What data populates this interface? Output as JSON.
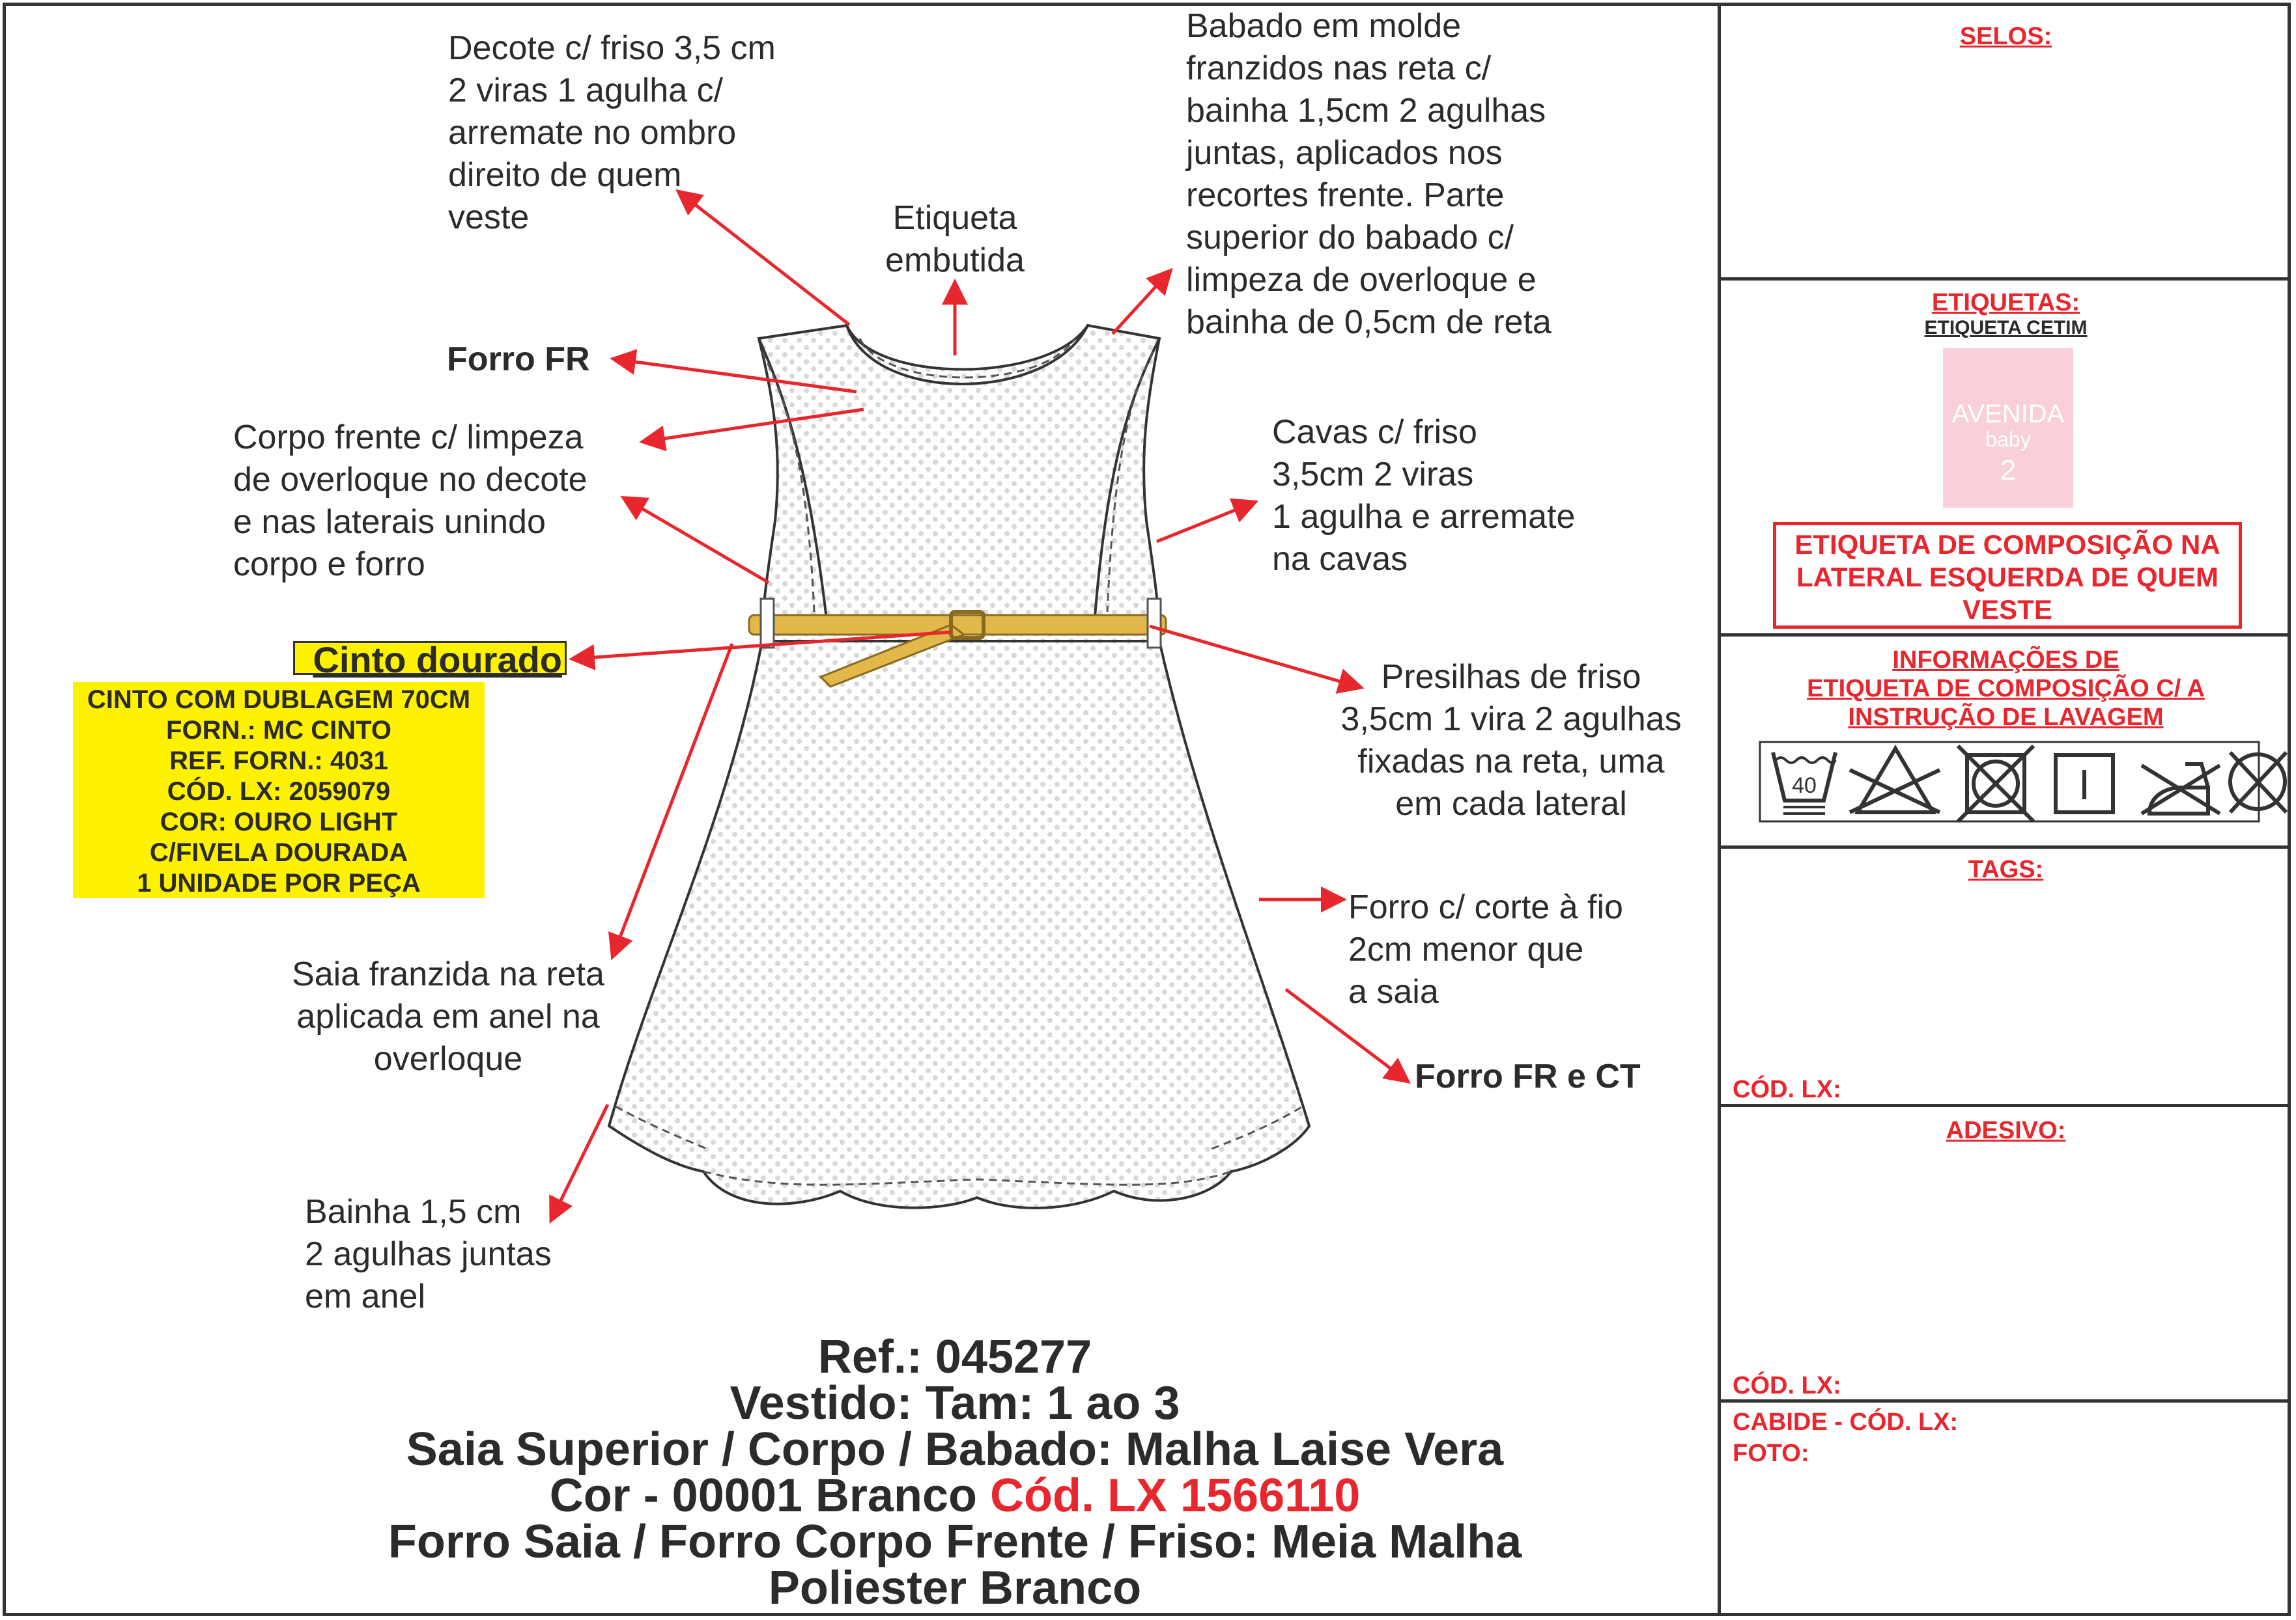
{
  "annotations": {
    "decote": "Decote c/ friso 3,5 cm\n2 viras 1 agulha c/\narremate no ombro\ndireito de quem\nveste",
    "babado": "Babado em molde\nfranzidos nas reta c/\nbainha 1,5cm 2 agulhas\njuntas, aplicados nos\nrecortes frente. Parte\nsuperior do babado c/\nlimpeza de overloque e\nbainha de 0,5cm de reta",
    "etiqueta_embutida": "Etiqueta\nembutida",
    "forro_fr": "Forro FR",
    "corpo_frente": "Corpo frente c/ limpeza\nde overloque no decote\ne nas laterais unindo\ncorpo e forro",
    "cavas": "Cavas c/ friso\n3,5cm 2 viras\n1 agulha e arremate\nna cavas",
    "cinto_dourado": "Cinto dourado",
    "presilhas": "Presilhas de friso\n3,5cm 1 vira 2 agulhas\nfixadas na reta, uma\nem cada lateral",
    "forro_corte": "Forro c/ corte à fio\n2cm menor que\na saia",
    "forro_fr_ct": "Forro FR e CT",
    "saia": "Saia franzida na reta\naplicada em anel na\noverloque",
    "bainha": "Bainha 1,5 cm\n2 agulhas juntas\nem anel"
  },
  "belt_info": [
    "CINTO COM DUBLAGEM 70CM",
    "FORN.: MC CINTO",
    "REF. FORN.: 4031",
    "CÓD. LX: 2059079",
    "COR: OURO LIGHT",
    "C/FIVELA DOURADA",
    "1 UNIDADE POR PEÇA"
  ],
  "title_block": {
    "ref": "Ref.: 045277",
    "product": "Vestido: Tam: 1 ao 3",
    "fabric": "Saia Superior / Corpo / Babado: Malha Laise Vera",
    "color": "Cor - 00001 Branco",
    "color_code": "Cód. LX 1566110",
    "lining": "Forro Saia / Forro Corpo Frente / Friso: Meia Malha",
    "lining2": "Poliester Branco"
  },
  "panel": {
    "selos": "SELOS:",
    "etiquetas": "ETIQUETAS:",
    "etiqueta_cetim": "ETIQUETA CETIM",
    "label_brand": "AVENIDA",
    "label_sub": "baby",
    "label_size": "2",
    "composicao_note": "ETIQUETA DE COMPOSIÇÃO NA LATERAL ESQUERDA DE QUEM VESTE",
    "info_title_1": "INFORMAÇÕES DE",
    "info_title_2": "ETIQUETA DE COMPOSIÇÃO C/ A",
    "info_title_3": "INSTRUÇÃO DE LAVAGEM",
    "wash_temp": "40",
    "care_icons": [
      "wash-40-gentle-icon",
      "do-not-bleach-icon",
      "do-not-tumble-dry-icon",
      "line-dry-icon",
      "do-not-iron-icon",
      "do-not-dry-clean-icon"
    ],
    "tags": "TAGS:",
    "cod_lx_1": "CÓD. LX:",
    "adesivo": "ADESIVO:",
    "cod_lx_2": "CÓD. LX:",
    "cabide": "CABIDE - CÓD. LX:",
    "foto": "FOTO:"
  },
  "colors": {
    "accent_red": "#e8262d",
    "highlight_yellow": "#fff200",
    "label_pink": "#f9d0da",
    "belt_gold": "#e2b84a",
    "text": "#2b2b2b"
  }
}
